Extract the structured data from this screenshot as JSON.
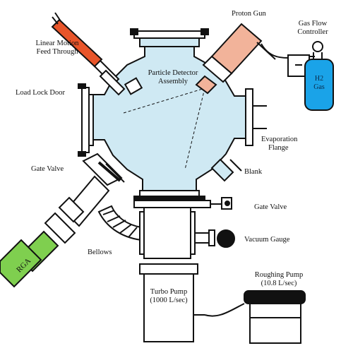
{
  "labels": {
    "linear_motion_1": "Linear Motion",
    "linear_motion_2": "Feed Through",
    "proton_gun": "Proton Gun",
    "gas_flow_1": "Gas Flow",
    "gas_flow_2": "Controller",
    "particle_detector_1": "Particle Detector",
    "particle_detector_2": "Assembly",
    "load_lock": "Load Lock Door",
    "evaporation_1": "Evaporation",
    "evaporation_2": "Flange",
    "gate_valve_left": "Gate Valve",
    "blank": "Blank",
    "gate_valve_right": "Gate Valve",
    "vacuum_gauge": "Vacuum Gauge",
    "bellows": "Bellows",
    "rga": "RGA",
    "roughing_1": "Roughing Pump",
    "roughing_2": "(10.8 L/sec)",
    "turbo_1": "Turbo Pump",
    "turbo_2": "(1000 L/sec)",
    "h2_1": "H2",
    "h2_2": "Gas"
  },
  "colors": {
    "chamber": "#cfe9f3",
    "feedthrough": "#e8552a",
    "proton_gun": "#f2b39a",
    "rga": "#7fcf4f",
    "h2_tank": "#1aa3e8",
    "line": "#111111"
  }
}
